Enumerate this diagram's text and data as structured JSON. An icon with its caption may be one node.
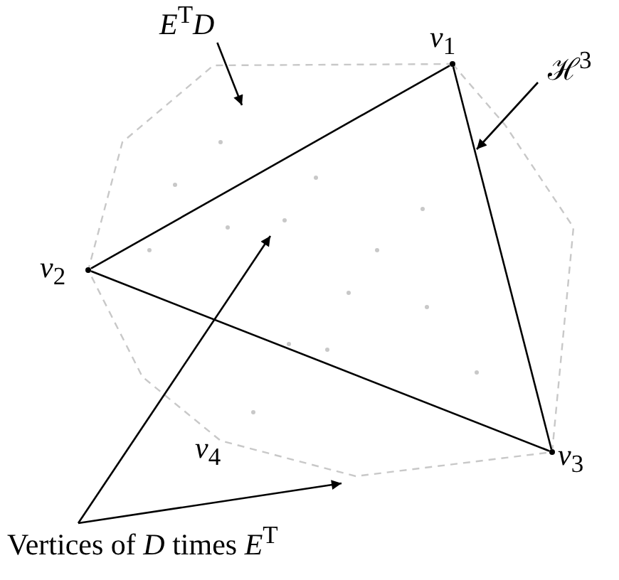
{
  "diagram": {
    "nodes": [
      {
        "text": [
          "*E*$^{T}$*D*"
        ]
      },
      {
        "text": [
          "ℋ$^{3}$"
        ]
      },
      {
        "text": [],
        "shape": "circle",
        "beside": [
          "*v*$_{1}$"
        ]
      },
      {
        "text": [],
        "shape": "circle",
        "beside": [
          "*v*$_{2}$"
        ]
      },
      {
        "text": [],
        "shape": "circle",
        "beside": [
          "*v*$_{3}$"
        ]
      },
      {
        "text": [
          "Vertices of *D* times *E*$^{T}$"
        ]
      }
    ],
    "edges": [
      {
        "from": 2,
        "to": 3,
        "arrow": "none"
      },
      {
        "from": 3,
        "to": 4,
        "arrow": "none"
      },
      {
        "from": 4,
        "to": 2,
        "arrow": "none"
      },
      {
        "from": 0,
        "to": null,
        "arrow": "to"
      },
      {
        "from": 1,
        "to": null,
        "arrow": "to"
      },
      {
        "from": 5,
        "to": null,
        "arrow": "to"
      },
      {
        "from": 5,
        "to": null,
        "arrow": "to"
      }
    ],
    "labels": [
      "*v*$_{4}$"
    ]
  }
}
